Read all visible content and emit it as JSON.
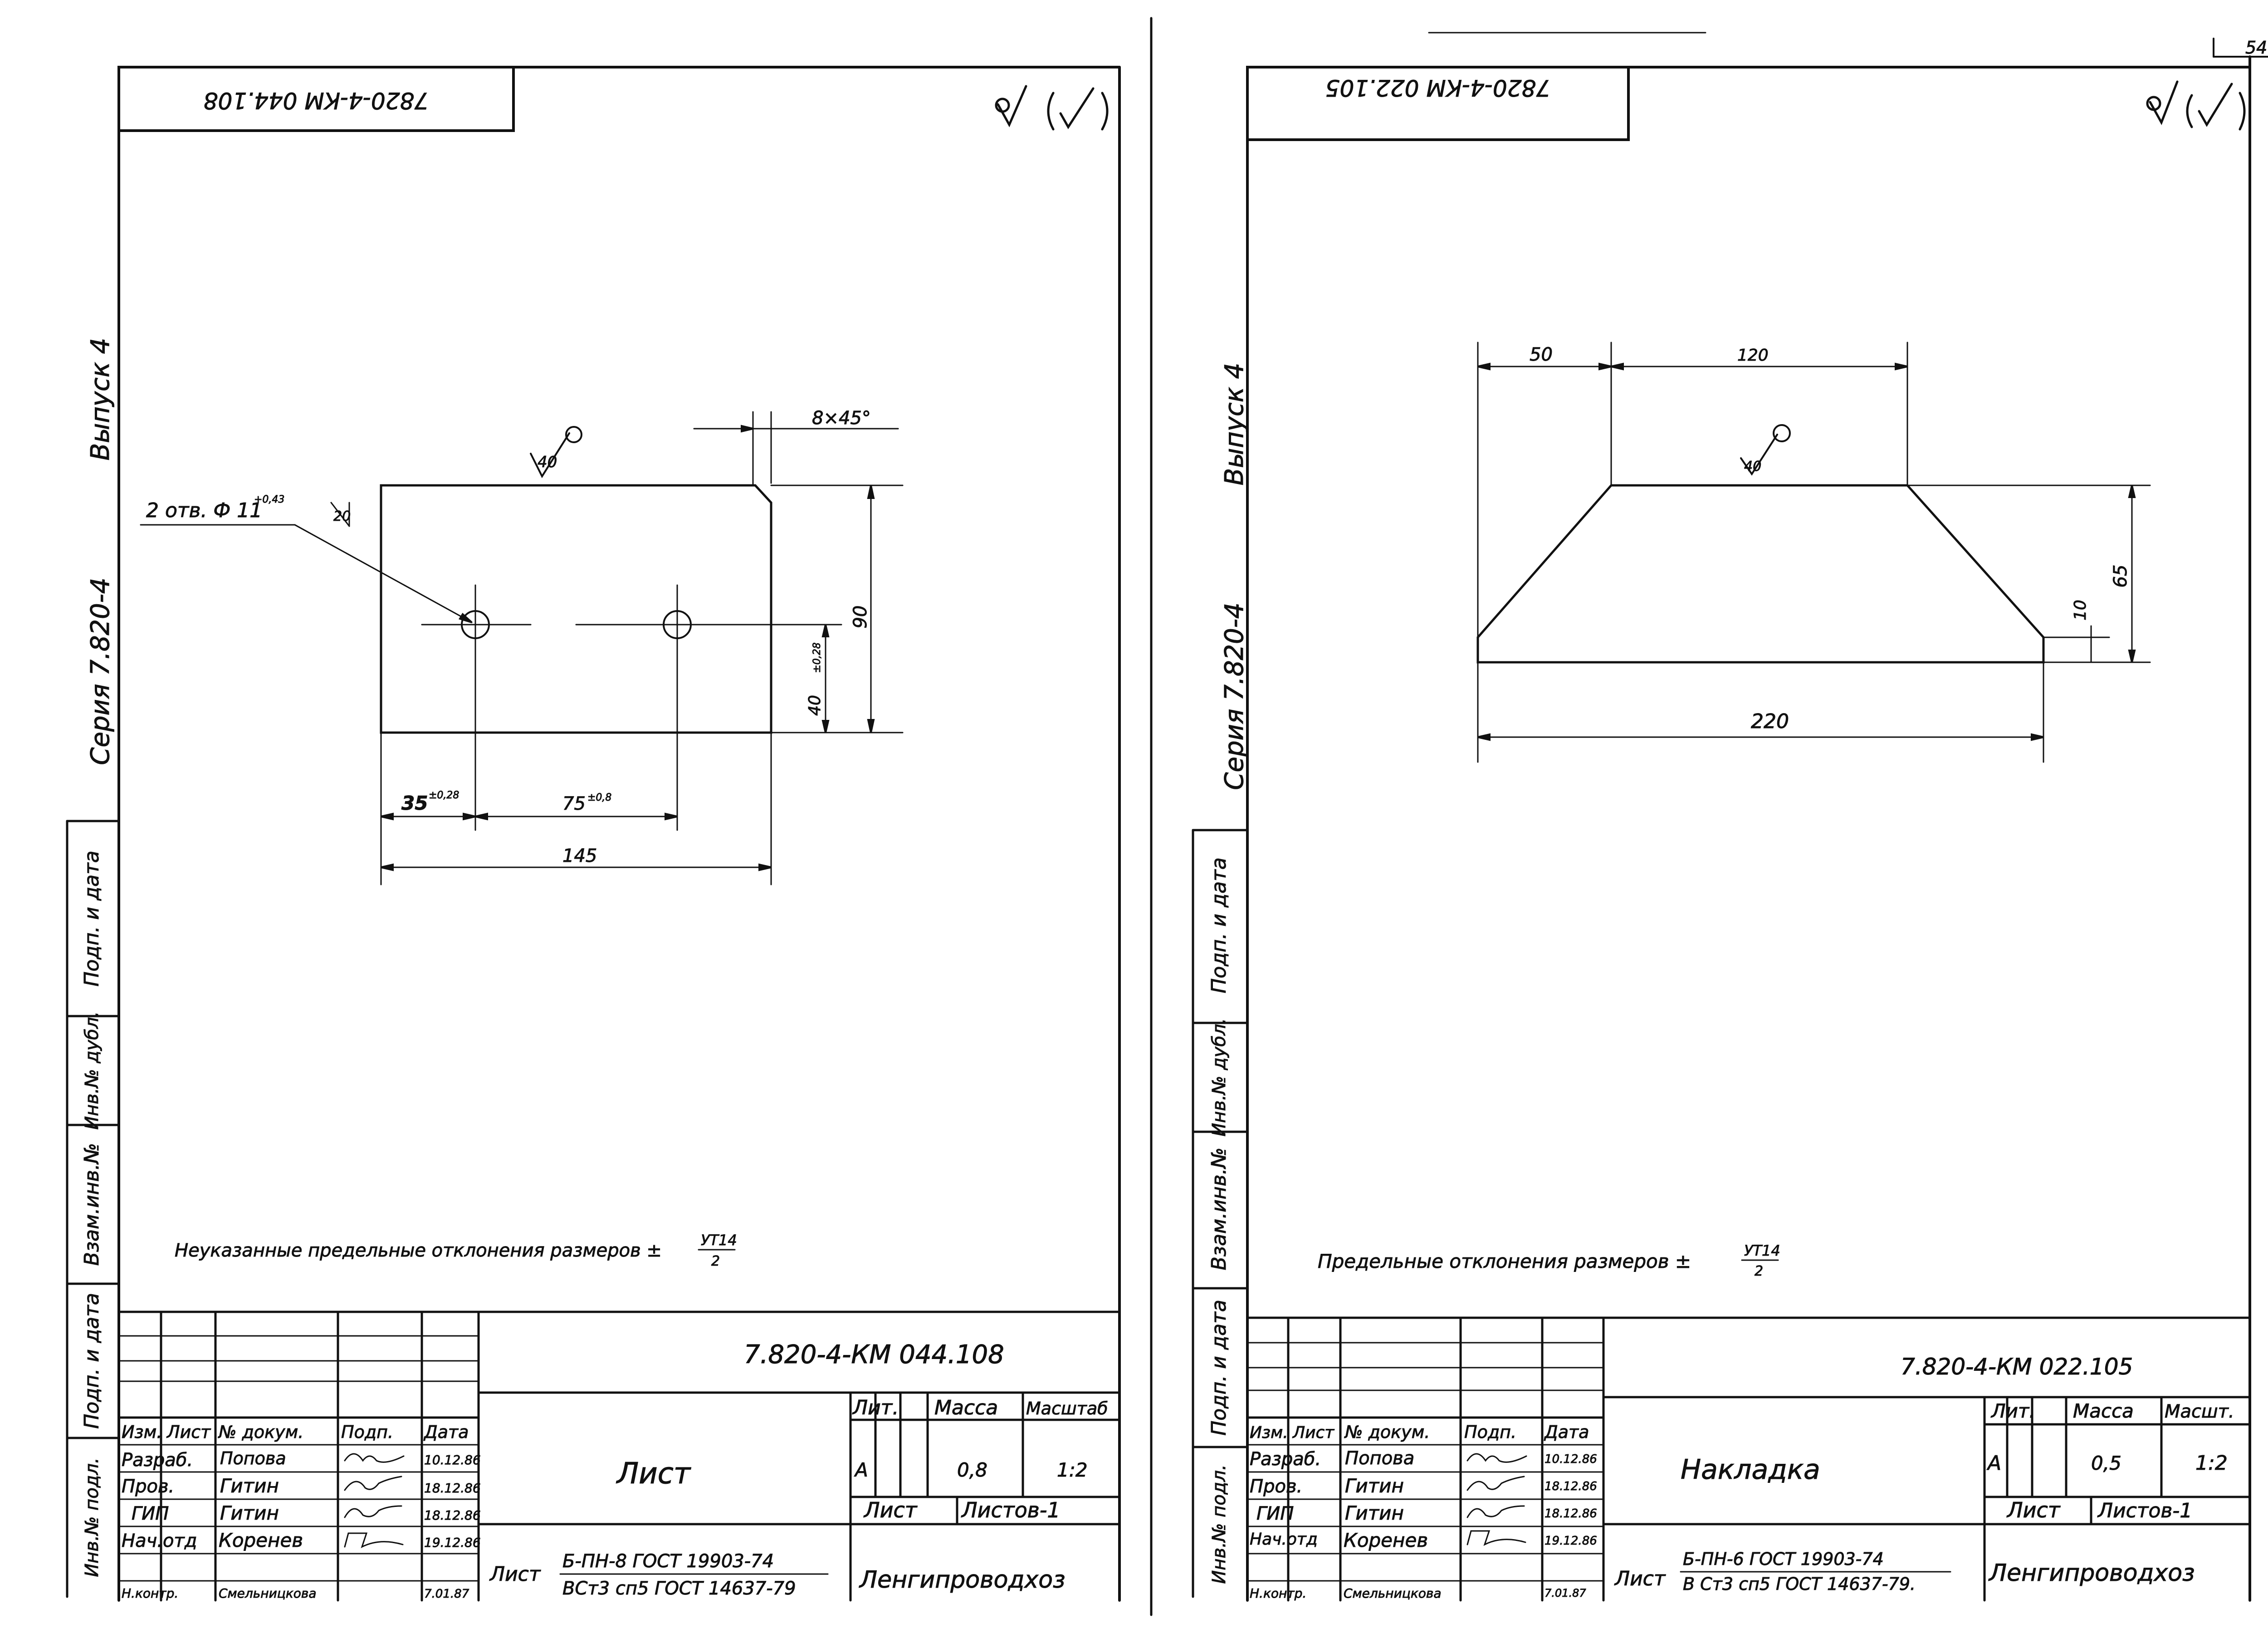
{
  "page_number": "54",
  "left": {
    "stamp": "7820-4-КМ 044.108",
    "series": "Серия 7.820-4",
    "issue": "Выпуск 4",
    "side": [
      "Подп. и дата",
      "Инв.№ дубл.",
      "Взам.инв.№",
      "Подп. и дата",
      "Инв.№ подл."
    ],
    "dims": {
      "chamfer": "8×45°",
      "roughness": "40",
      "holes": "2 отв. Ф 11",
      "holes_tol": "+0,43",
      "weld": "20",
      "h90": "90",
      "h40": "40",
      "h40_tol": "±0,28",
      "w35": "35",
      "w35_tol": "±0,28",
      "w75": "75",
      "w75_tol": "±0,8",
      "w145": "145"
    },
    "note_prefix": "Неуказанные предельные отклонения размеров ±",
    "note_num": "УТ14",
    "note_den": "2",
    "doc_code": "7.820-4-КМ 044.108",
    "name": "Лист",
    "material_prefix": "Лист",
    "material_top": "Б-ПН-8 ГОСТ 19903-74",
    "material_bottom": "ВСт3 сп5 ГОСТ 14637-79",
    "org": "Ленгипроводхоз",
    "lit_header": "Лит.",
    "mass_header": "Масса",
    "scale_header": "Масштаб",
    "lit_value": "А",
    "mass_value": "0,8",
    "scale_value": "1:2",
    "sheet_label": "Лист",
    "sheets_label": "Листов-1",
    "headers": [
      "Изм.",
      "Лист",
      "№ докум.",
      "Подп.",
      "Дата"
    ],
    "rows": [
      {
        "role": "Разраб.",
        "name": "Попова",
        "date": "10.12.86"
      },
      {
        "role": "Пров.",
        "name": "Гитин",
        "date": "18.12.86"
      },
      {
        "role": "ГИП",
        "name": "Гитин",
        "date": "18.12.86"
      },
      {
        "role": "Нач.отд",
        "name": "Коренев",
        "date": "19.12.86"
      },
      {
        "role": "Н.контр.",
        "name": "Смельницкова",
        "date": "7.01.87"
      }
    ]
  },
  "right": {
    "stamp": "7820-4-КМ 022.105",
    "series": "Серия 7.820-4",
    "issue": "Выпуск 4",
    "side": [
      "Подп. и дата",
      "Инв.№ дубл.",
      "Взам.инв.№",
      "Подп. и дата",
      "Инв.№ подл."
    ],
    "dims": {
      "d50": "50",
      "d120": "120",
      "roughness": "40",
      "d65": "65",
      "d10": "10",
      "d220": "220"
    },
    "note_prefix": "Предельные отклонения размеров ±",
    "note_num": "УТ14",
    "note_den": "2",
    "doc_code": "7.820-4-КМ 022.105",
    "name": "Накладка",
    "material_prefix": "Лист",
    "material_top": "Б-ПН-6 ГОСТ 19903-74",
    "material_bottom": "В Ст3 сп5 ГОСТ 14637-79.",
    "org": "Ленгипроводхоз",
    "lit_header": "Лит.",
    "mass_header": "Масса",
    "scale_header": "Масшт.",
    "lit_value": "А",
    "mass_value": "0,5",
    "scale_value": "1:2",
    "sheet_label": "Лист",
    "sheets_label": "Листов-1",
    "headers": [
      "Изм.",
      "Лист",
      "№ докум.",
      "Подп.",
      "Дата"
    ],
    "rows": [
      {
        "role": "Разраб.",
        "name": "Попова",
        "date": "10.12.86"
      },
      {
        "role": "Пров.",
        "name": "Гитин",
        "date": "18.12.86"
      },
      {
        "role": "ГИП",
        "name": "Гитин",
        "date": "18.12.86"
      },
      {
        "role": "Нач.отд",
        "name": "Коренев",
        "date": "19.12.86"
      },
      {
        "role": "Н.контр.",
        "name": "Смельницкова",
        "date": "7.01.87"
      }
    ]
  }
}
